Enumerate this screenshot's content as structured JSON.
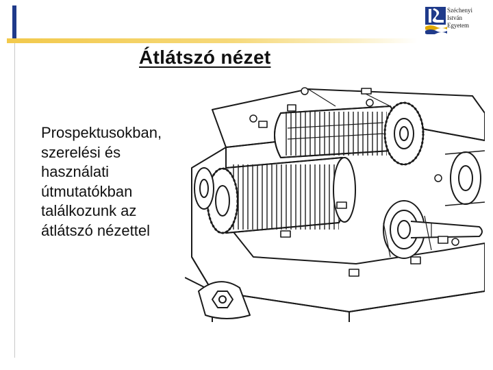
{
  "slide": {
    "title": "Átlátszó nézet",
    "body_lines": [
      "Prospektusokban,",
      "szerelési és",
      "használati",
      "útmutatókban",
      "találkozunk az",
      "átlátszó nézettel"
    ]
  },
  "logo": {
    "lines": [
      "Széchenyi",
      "István",
      "Egyetem"
    ],
    "icon": "university-logo-icon"
  },
  "illustration": {
    "icon": "gearbox-transparent-view-drawing"
  },
  "colors": {
    "accent_blue": "#1f3a8a",
    "accent_yellow": "#f2c94c",
    "text": "#111111"
  }
}
